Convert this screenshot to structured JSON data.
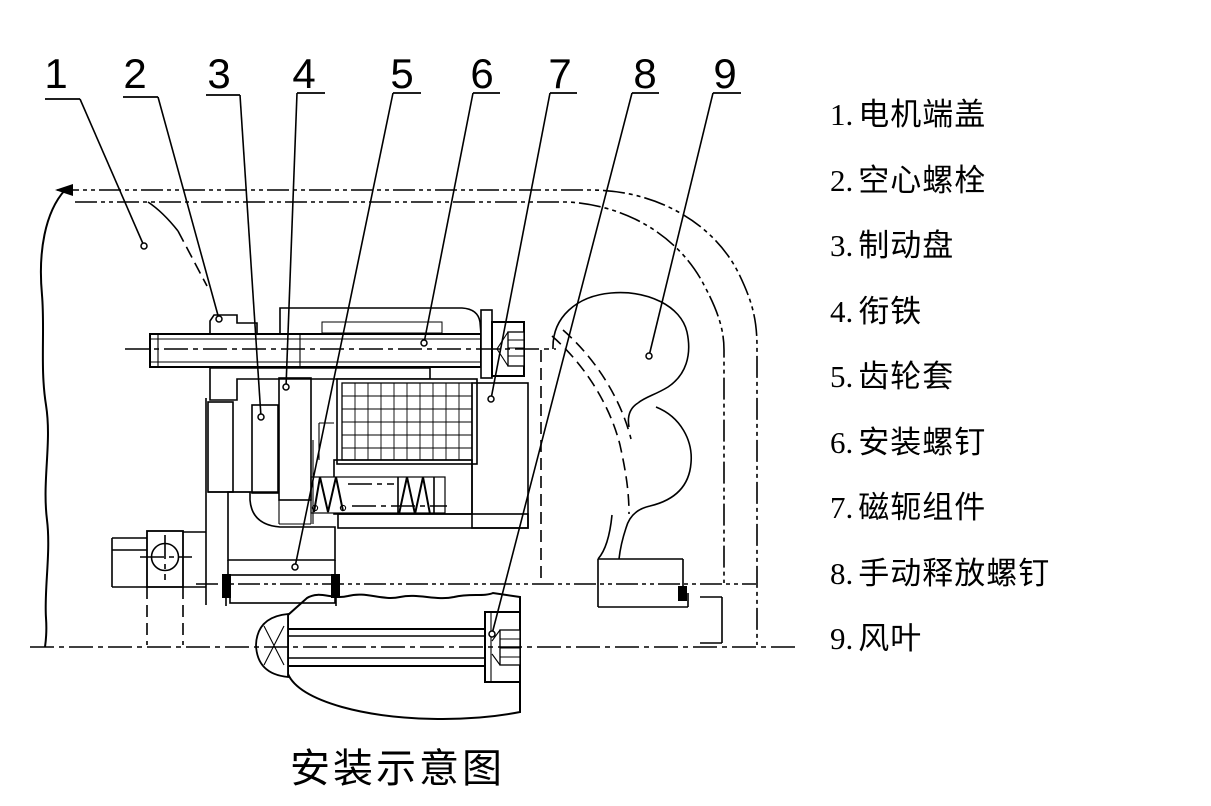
{
  "figure": {
    "caption": "安装示意图"
  },
  "parts": [
    {
      "num": "1",
      "num_dot": "1.",
      "label": "电机端盖"
    },
    {
      "num": "2",
      "num_dot": "2.",
      "label": "空心螺栓"
    },
    {
      "num": "3",
      "num_dot": "3.",
      "label": "制动盘"
    },
    {
      "num": "4",
      "num_dot": "4.",
      "label": "衔铁"
    },
    {
      "num": "5",
      "num_dot": "5.",
      "label": "齿轮套"
    },
    {
      "num": "6",
      "num_dot": "6.",
      "label": "安装螺钉"
    },
    {
      "num": "7",
      "num_dot": "7.",
      "label": "磁轭组件"
    },
    {
      "num": "8",
      "num_dot": "8.",
      "label": "手动释放螺钉"
    },
    {
      "num": "9",
      "num_dot": "9.",
      "label": "风叶"
    }
  ],
  "colors": {
    "line": "#000000",
    "bg": "#ffffff"
  }
}
